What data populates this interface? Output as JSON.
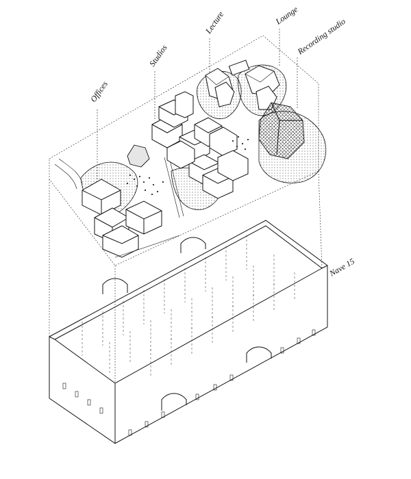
{
  "labels": {
    "offices": "Offices",
    "studios": "Studios",
    "lecture": "Lecture",
    "lounge": "Lounge",
    "recording_studio": "Recording studio",
    "nave": "Nave 15"
  }
}
